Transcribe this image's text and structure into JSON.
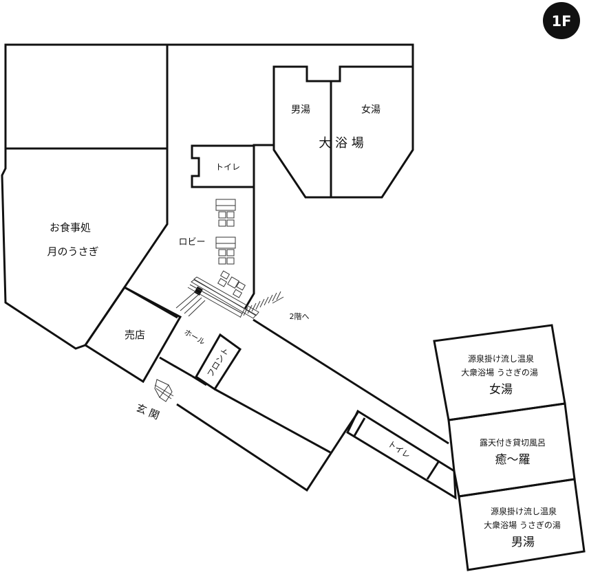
{
  "floor_badge": "1F",
  "rooms": {
    "restaurant_line1": "お食事処",
    "restaurant_line2": "月のうさぎ",
    "lobby": "ロビー",
    "toilet_top": "トイレ",
    "bath_male": "男湯",
    "bath_female": "女湯",
    "bath_main": "大 浴 場",
    "shop": "売店",
    "hall": "ホール",
    "front": "フロント",
    "entrance": "玄 関",
    "stairs": "2階へ",
    "toilet_right": "トイレ",
    "onsen_women": {
      "line1": "源泉掛け流し温泉",
      "line2": "大衆浴場 うさぎの湯",
      "line3": "女湯"
    },
    "private_bath": {
      "line1": "露天付き貸切風呂",
      "line2": "癒〜羅"
    },
    "onsen_men": {
      "line1": "源泉掛け流し温泉",
      "line2": "大衆浴場 うさぎの湯",
      "line3": "男湯"
    }
  }
}
